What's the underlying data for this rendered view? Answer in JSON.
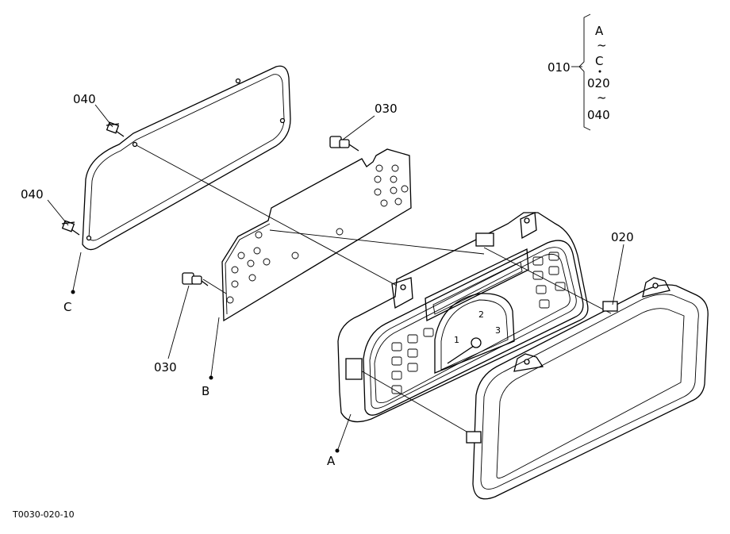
{
  "callouts": {
    "p040_top": "040",
    "p040_left": "040",
    "p030_top": "030",
    "p030_bottom": "030",
    "p020": "020",
    "p010": "010"
  },
  "refs": {
    "a": "A",
    "b": "B",
    "c": "C"
  },
  "legend": {
    "line1": "A",
    "tilde1": "~",
    "line2": "C",
    "line3": "020",
    "tilde2": "~",
    "line4": "040"
  },
  "gauge": {
    "tick1": "1",
    "tick2": "2",
    "tick3": "3"
  },
  "drawing_code": "T0030-020-10"
}
